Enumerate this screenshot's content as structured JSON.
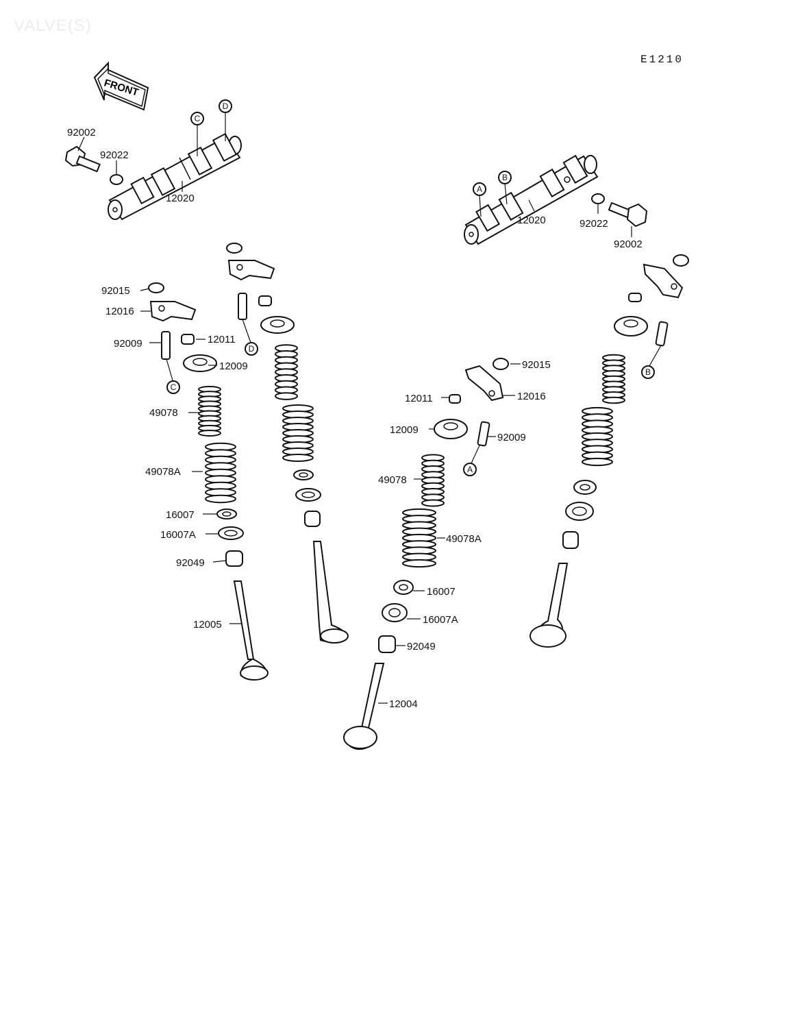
{
  "header": {
    "watermark": "VALVE(S)",
    "ref_code": "E1210",
    "front_label": "FRONT"
  },
  "markers": {
    "A": "A",
    "B": "B",
    "C": "C",
    "D": "D"
  },
  "labels": {
    "p92002_l": "92002",
    "p92022_l": "92022",
    "p12020_l": "12020",
    "p12020_r": "12020",
    "p92022_r": "92022",
    "p92002_r": "92002",
    "p92015_l": "92015",
    "p12016_l": "12016",
    "p92009_l": "92009",
    "p12011_l": "12011",
    "p12009_l": "12009",
    "p49078_l": "49078",
    "p49078A_l": "49078A",
    "p16007_l": "16007",
    "p16007A_l": "16007A",
    "p92049_l": "92049",
    "p12005": "12005",
    "p92015_c": "92015",
    "p12011_c": "12011",
    "p12016_c": "12016",
    "p12009_c": "12009",
    "p92009_c": "92009",
    "p49078_c": "49078",
    "p49078A_c": "49078A",
    "p16007_c": "16007",
    "p16007A_c": "16007A",
    "p92049_c": "92049",
    "p12004": "12004"
  }
}
